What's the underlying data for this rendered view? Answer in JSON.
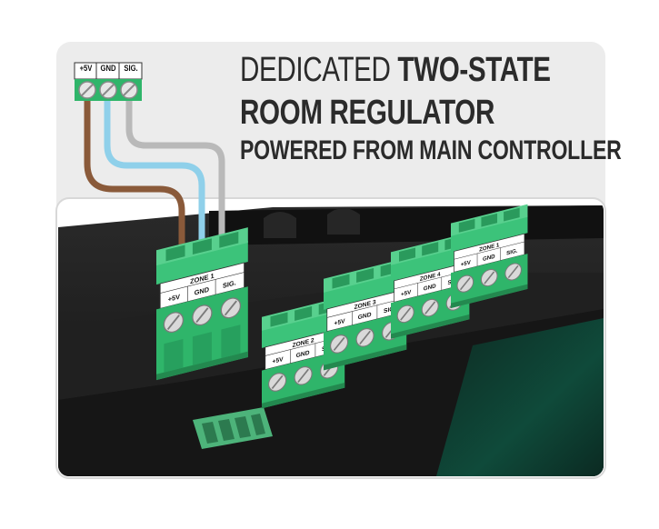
{
  "headline": {
    "line1_light": "DEDICATED",
    "line1_bold": "TWO-STATE",
    "line2": "ROOM REGULATOR",
    "line3": "POWERED FROM MAIN CONTROLLER"
  },
  "connector_strip": {
    "pins": [
      "+5V",
      "GND",
      "SIG."
    ]
  },
  "terminal_blocks": [
    {
      "zone": "ZONE 1",
      "pins": [
        "+5V",
        "GND",
        "SIG."
      ]
    },
    {
      "zone": "ZONE 2",
      "pins": [
        "+5V",
        "GND",
        "SIG."
      ]
    },
    {
      "zone": "ZONE 3",
      "pins": [
        "+5V",
        "GND",
        "SIG."
      ]
    },
    {
      "zone": "ZONE 4",
      "pins": [
        "+5V",
        "GND",
        "SIG."
      ]
    },
    {
      "zone": "ZONE 1",
      "pins": [
        "+5V",
        "GND",
        "SIG."
      ]
    }
  ],
  "colors": {
    "wire_plus5v": "#8a5a3a",
    "wire_gnd": "#8fd0ea",
    "wire_sig": "#b9b9b9",
    "terminal_green": "#2fb56a",
    "housing": "#1b1b1b",
    "panel_bg": "#ececec"
  }
}
